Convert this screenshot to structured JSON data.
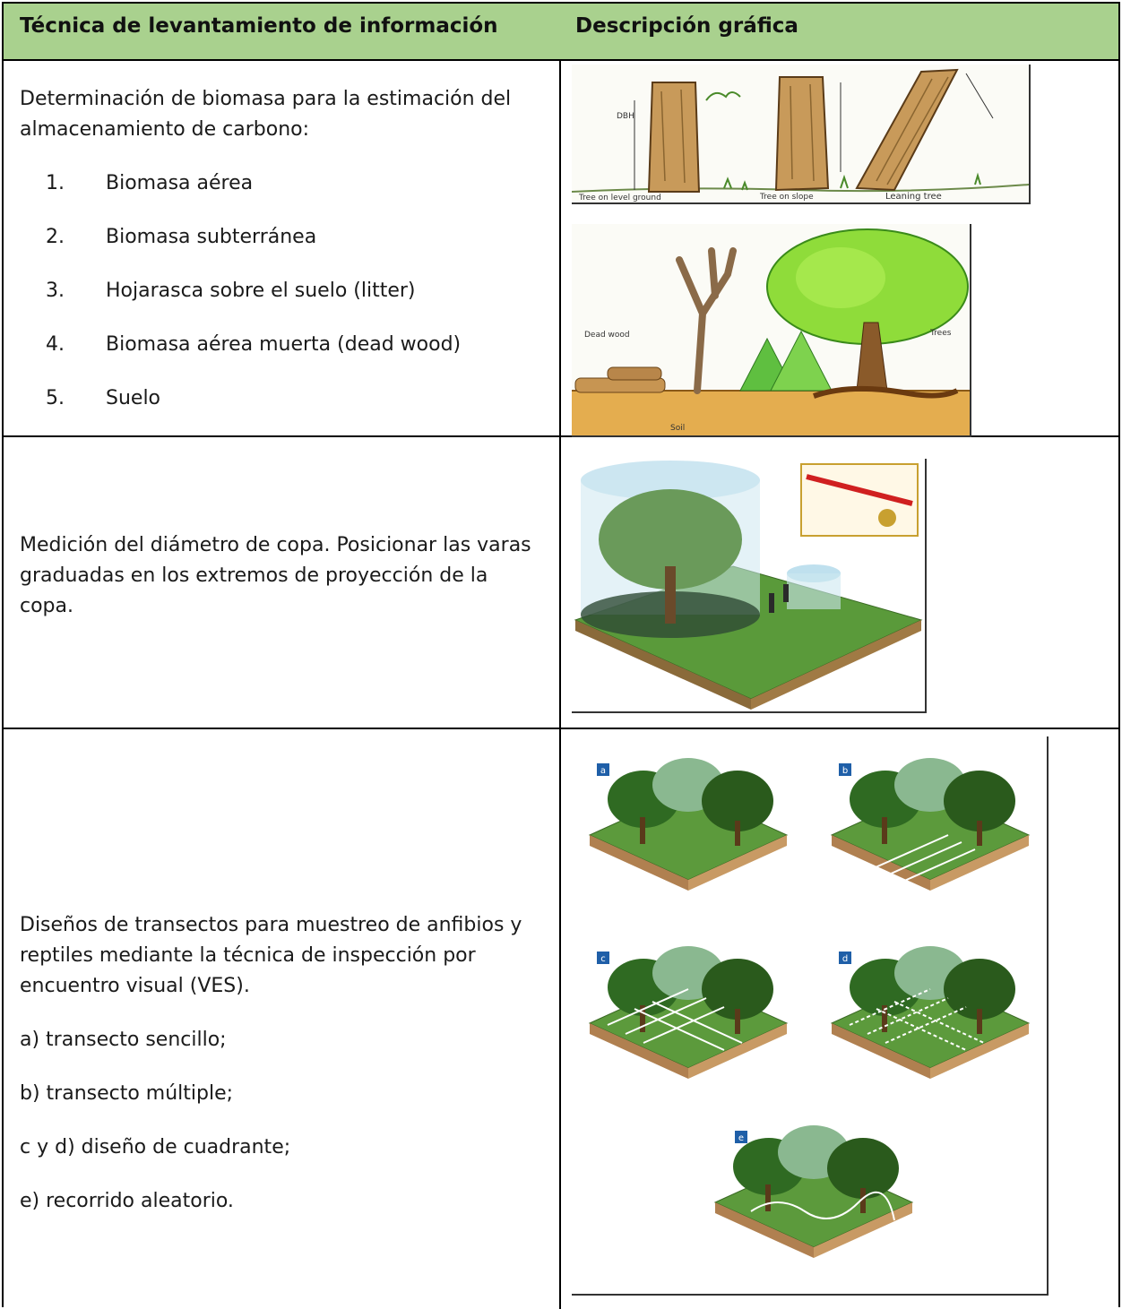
{
  "table": {
    "headers": {
      "technique": "Técnica de levantamiento de información",
      "graphic": "Descripción gráfica"
    },
    "rows": [
      {
        "intro": "Determinación de biomasa para la estimación del almacenamiento de carbono:",
        "items": [
          {
            "num": "1.",
            "label": "Biomasa aérea"
          },
          {
            "num": "2.",
            "label": "Biomasa subterránea"
          },
          {
            "num": "3.",
            "label": "Hojarasca sobre el suelo (litter)"
          },
          {
            "num": "4.",
            "label": "Biomasa aérea muerta (dead wood)"
          },
          {
            "num": "5.",
            "label": "Suelo"
          }
        ],
        "sketch_labels": {
          "tree_level": "Tree on level ground",
          "tree_slope": "Tree on slope",
          "leaning": "Leaning tree",
          "dbh": "DBH",
          "dead_wood": "Dead wood",
          "trees": "Trees",
          "soil": "Soil"
        }
      },
      {
        "text": "Medición del diámetro de copa. Posicionar las varas graduadas en los extremos de proyección de la copa."
      },
      {
        "intro": "Diseños de transectos para muestreo de anfibios y reptiles mediante la técnica de inspección por encuentro visual (VES).",
        "items": [
          "a) transecto sencillo;",
          "b) transecto múltiple;",
          "c y d) diseño de cuadrante;",
          "e) recorrido aleatorio."
        ],
        "panel_labels": [
          "a",
          "b",
          "c",
          "d",
          "e"
        ]
      }
    ]
  }
}
